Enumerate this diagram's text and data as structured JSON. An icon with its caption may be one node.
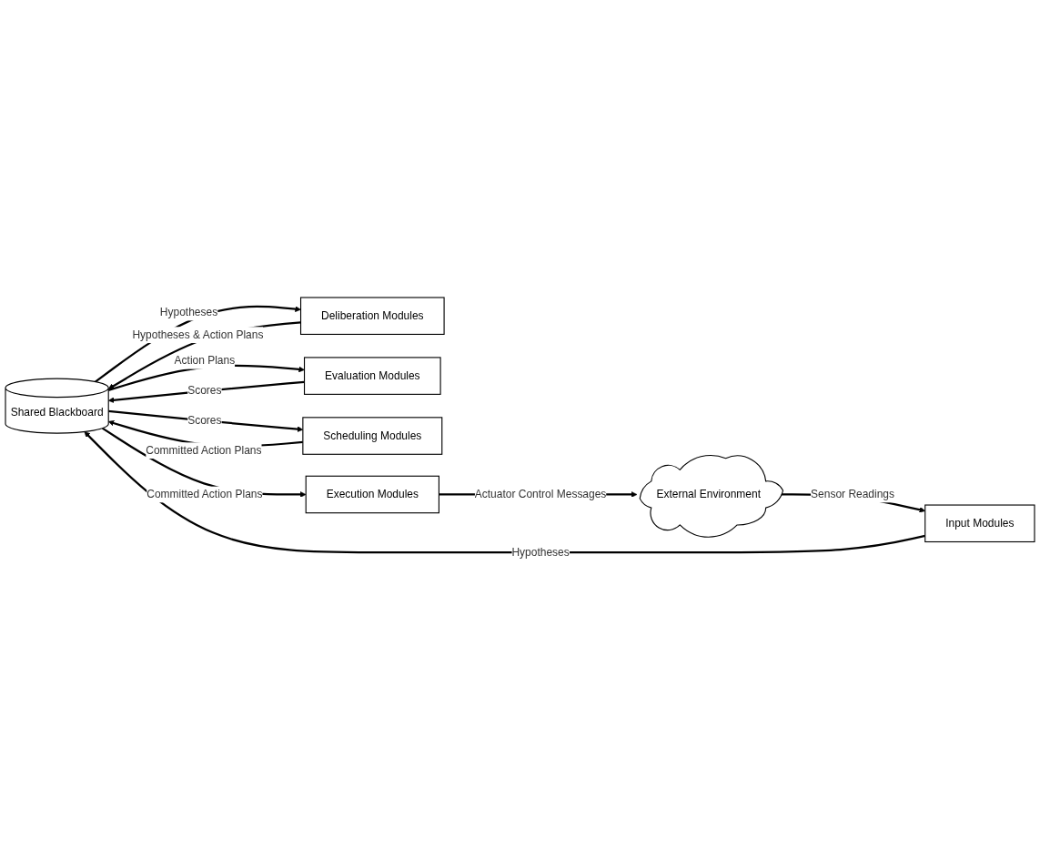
{
  "diagram": {
    "nodes": [
      {
        "text": [
          "Shared Blackboard"
        ]
      },
      {
        "text": [
          "Input Modules"
        ]
      },
      {
        "text": [
          "Deliberation Modules"
        ]
      },
      {
        "text": [
          "Evaluation Modules"
        ]
      },
      {
        "text": [
          "Scheduling Modules"
        ]
      },
      {
        "text": [
          "Execution Modules"
        ]
      },
      {
        "text": [
          "External Environment"
        ]
      }
    ],
    "edges": [
      {
        "from": 1,
        "to": 0,
        "arrow": "to",
        "label": "Hypotheses"
      },
      {
        "from": 6,
        "to": 1,
        "arrow": "to",
        "label": "Sensor Readings"
      },
      {
        "from": 0,
        "to": 2,
        "arrow": "to",
        "label": "Hypotheses"
      },
      {
        "from": 2,
        "to": 0,
        "arrow": "to",
        "label": "Hypotheses & Action Plans"
      },
      {
        "from": 0,
        "to": 3,
        "arrow": "to",
        "label": "Action Plans"
      },
      {
        "from": 3,
        "to": 0,
        "arrow": "to",
        "label": "Scores"
      },
      {
        "from": 0,
        "to": 4,
        "arrow": "to",
        "label": "Scores"
      },
      {
        "from": 4,
        "to": 0,
        "arrow": "to",
        "label": "Committed Action Plans"
      },
      {
        "from": 0,
        "to": 5,
        "arrow": "to",
        "label": "Committed Action Plans"
      },
      {
        "from": 5,
        "to": 6,
        "arrow": "to",
        "label": "Actuator Control Messages"
      }
    ]
  }
}
